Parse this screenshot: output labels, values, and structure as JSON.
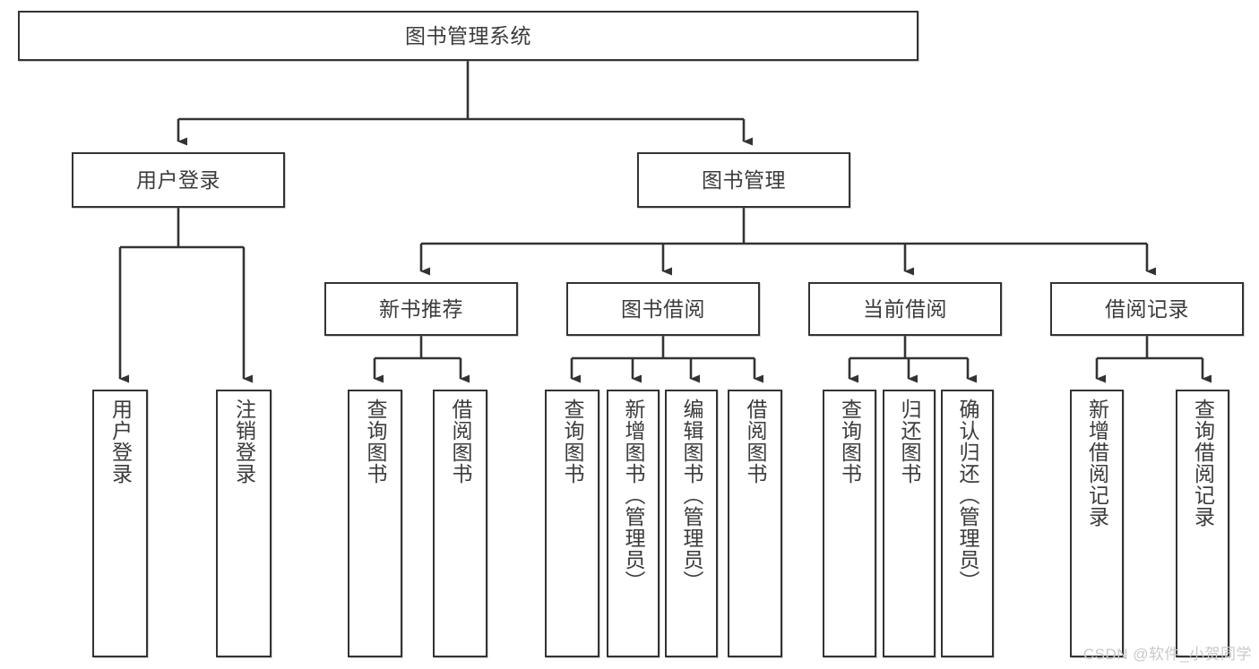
{
  "diagram": {
    "title": "图书管理系统",
    "type": "tree-hierarchy",
    "watermark": "CSDN @软件_小贺同学",
    "colors": {
      "stroke": "#333333",
      "text": "#3b3b3b",
      "background": "#ffffff",
      "watermark": "#c9c9c9"
    },
    "nodes": {
      "root": {
        "label": "图书管理系统"
      },
      "level2": [
        {
          "id": "user-login",
          "label": "用户登录"
        },
        {
          "id": "book-manage",
          "label": "图书管理"
        }
      ],
      "level3": [
        {
          "id": "new-book-recommend",
          "label": "新书推荐"
        },
        {
          "id": "book-borrow",
          "label": "图书借阅"
        },
        {
          "id": "current-borrow",
          "label": "当前借阅"
        },
        {
          "id": "borrow-record",
          "label": "借阅记录"
        }
      ],
      "leaves": {
        "user-login": [
          {
            "id": "leaf-user-login",
            "label": "用户登录"
          },
          {
            "id": "leaf-logout-login",
            "label": "注销登录"
          }
        ],
        "new-book-recommend": [
          {
            "id": "leaf-query-book-1",
            "label": "查询图书"
          },
          {
            "id": "leaf-borrow-book-1",
            "label": "借阅图书"
          }
        ],
        "book-borrow": [
          {
            "id": "leaf-query-book-2",
            "label": "查询图书"
          },
          {
            "id": "leaf-add-book",
            "label": "新增图书（管理员）"
          },
          {
            "id": "leaf-edit-book",
            "label": "编辑图书（管理员）"
          },
          {
            "id": "leaf-borrow-book-2",
            "label": "借阅图书"
          }
        ],
        "current-borrow": [
          {
            "id": "leaf-query-book-3",
            "label": "查询图书"
          },
          {
            "id": "leaf-return-book",
            "label": "归还图书"
          },
          {
            "id": "leaf-confirm-return",
            "label": "确认归还（管理员）"
          }
        ],
        "borrow-record": [
          {
            "id": "leaf-add-borrow-record",
            "label": "新增借阅记录"
          },
          {
            "id": "leaf-query-borrow-record",
            "label": "查询借阅记录"
          }
        ]
      }
    }
  }
}
